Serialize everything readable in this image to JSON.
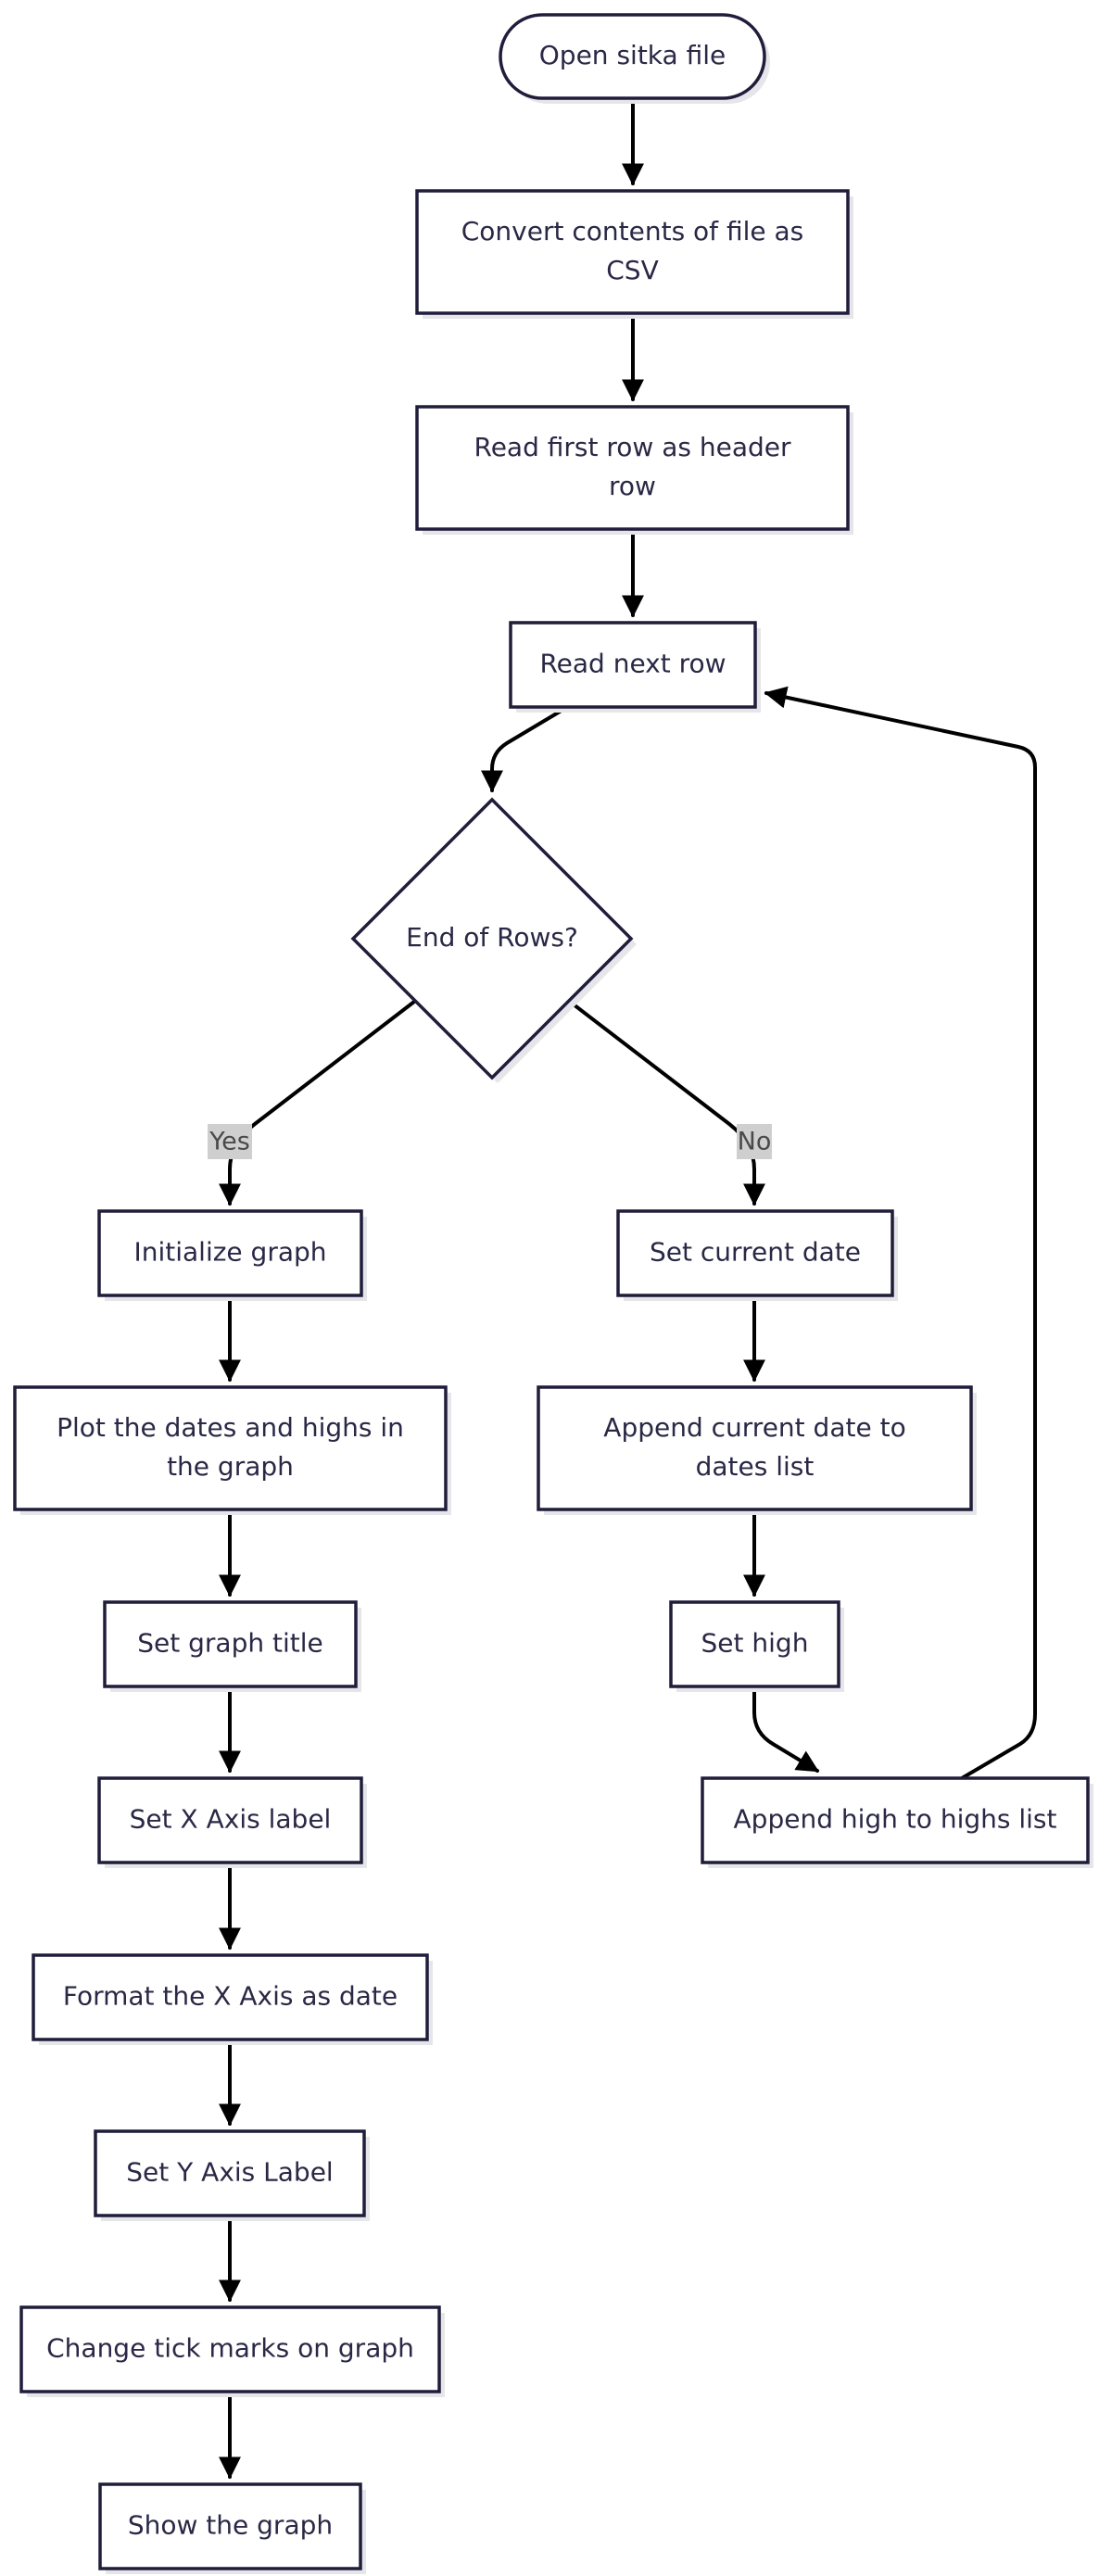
{
  "flowchart": {
    "nodes": [
      {
        "id": "open",
        "label": [
          "Open sitka file"
        ]
      },
      {
        "id": "convert",
        "label": [
          "Convert contents of file as",
          "CSV"
        ]
      },
      {
        "id": "header",
        "label": [
          "Read first row as header",
          "row"
        ]
      },
      {
        "id": "next",
        "label": [
          "Read next row"
        ]
      },
      {
        "id": "end",
        "label": [
          "End of Rows?"
        ]
      },
      {
        "id": "init",
        "label": [
          "Initialize graph"
        ]
      },
      {
        "id": "plot",
        "label": [
          "Plot the dates and highs in",
          "the graph"
        ]
      },
      {
        "id": "title",
        "label": [
          "Set graph title"
        ]
      },
      {
        "id": "xlabel",
        "label": [
          "Set X Axis label"
        ]
      },
      {
        "id": "xdate",
        "label": [
          "Format the X Axis as date"
        ]
      },
      {
        "id": "ylabel",
        "label": [
          "Set Y Axis Label"
        ]
      },
      {
        "id": "ticks",
        "label": [
          "Change tick marks on graph"
        ]
      },
      {
        "id": "show",
        "label": [
          "Show the graph"
        ]
      },
      {
        "id": "curdate",
        "label": [
          "Set current date"
        ]
      },
      {
        "id": "append_date",
        "label": [
          "Append current date to",
          "dates list"
        ]
      },
      {
        "id": "sethigh",
        "label": [
          "Set high"
        ]
      },
      {
        "id": "append_high",
        "label": [
          "Append high to highs list"
        ]
      }
    ],
    "edges": [
      {
        "id": "open-convert",
        "from": "open",
        "to": "convert"
      },
      {
        "id": "convert-header",
        "from": "convert",
        "to": "header"
      },
      {
        "id": "header-next",
        "from": "header",
        "to": "next"
      },
      {
        "id": "next-end",
        "from": "next",
        "to": "end"
      },
      {
        "id": "end-init",
        "from": "end",
        "to": "init",
        "label": "Yes"
      },
      {
        "id": "end-curdate",
        "from": "end",
        "to": "curdate",
        "label": "No"
      },
      {
        "id": "init-plot",
        "from": "init",
        "to": "plot"
      },
      {
        "id": "plot-title",
        "from": "plot",
        "to": "title"
      },
      {
        "id": "title-xlabel",
        "from": "title",
        "to": "xlabel"
      },
      {
        "id": "xlabel-xdate",
        "from": "xlabel",
        "to": "xdate"
      },
      {
        "id": "xdate-ylabel",
        "from": "xdate",
        "to": "ylabel"
      },
      {
        "id": "ylabel-ticks",
        "from": "ylabel",
        "to": "ticks"
      },
      {
        "id": "ticks-show",
        "from": "ticks",
        "to": "show"
      },
      {
        "id": "curdate-append_date",
        "from": "curdate",
        "to": "append_date"
      },
      {
        "id": "append_date-sethigh",
        "from": "append_date",
        "to": "sethigh"
      },
      {
        "id": "sethigh-append_high",
        "from": "sethigh",
        "to": "append_high"
      },
      {
        "id": "append_high-next",
        "from": "append_high",
        "to": "next"
      }
    ]
  }
}
